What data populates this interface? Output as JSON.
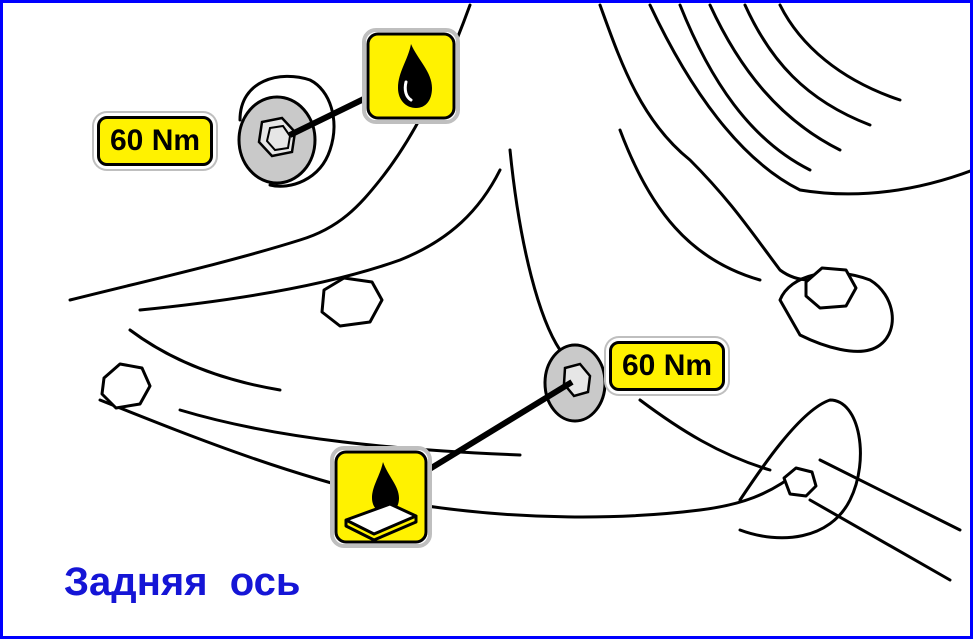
{
  "labels": {
    "torque_upper": "60 Nm",
    "torque_lower": "60 Nm"
  },
  "caption": "Задняя  ось",
  "icons": {
    "upper": "oil-drop-icon",
    "lower": "sealant-drop-icon"
  },
  "colors": {
    "label_fill": "#fff200",
    "caption": "#1515d6",
    "frame": "#0000ff"
  }
}
